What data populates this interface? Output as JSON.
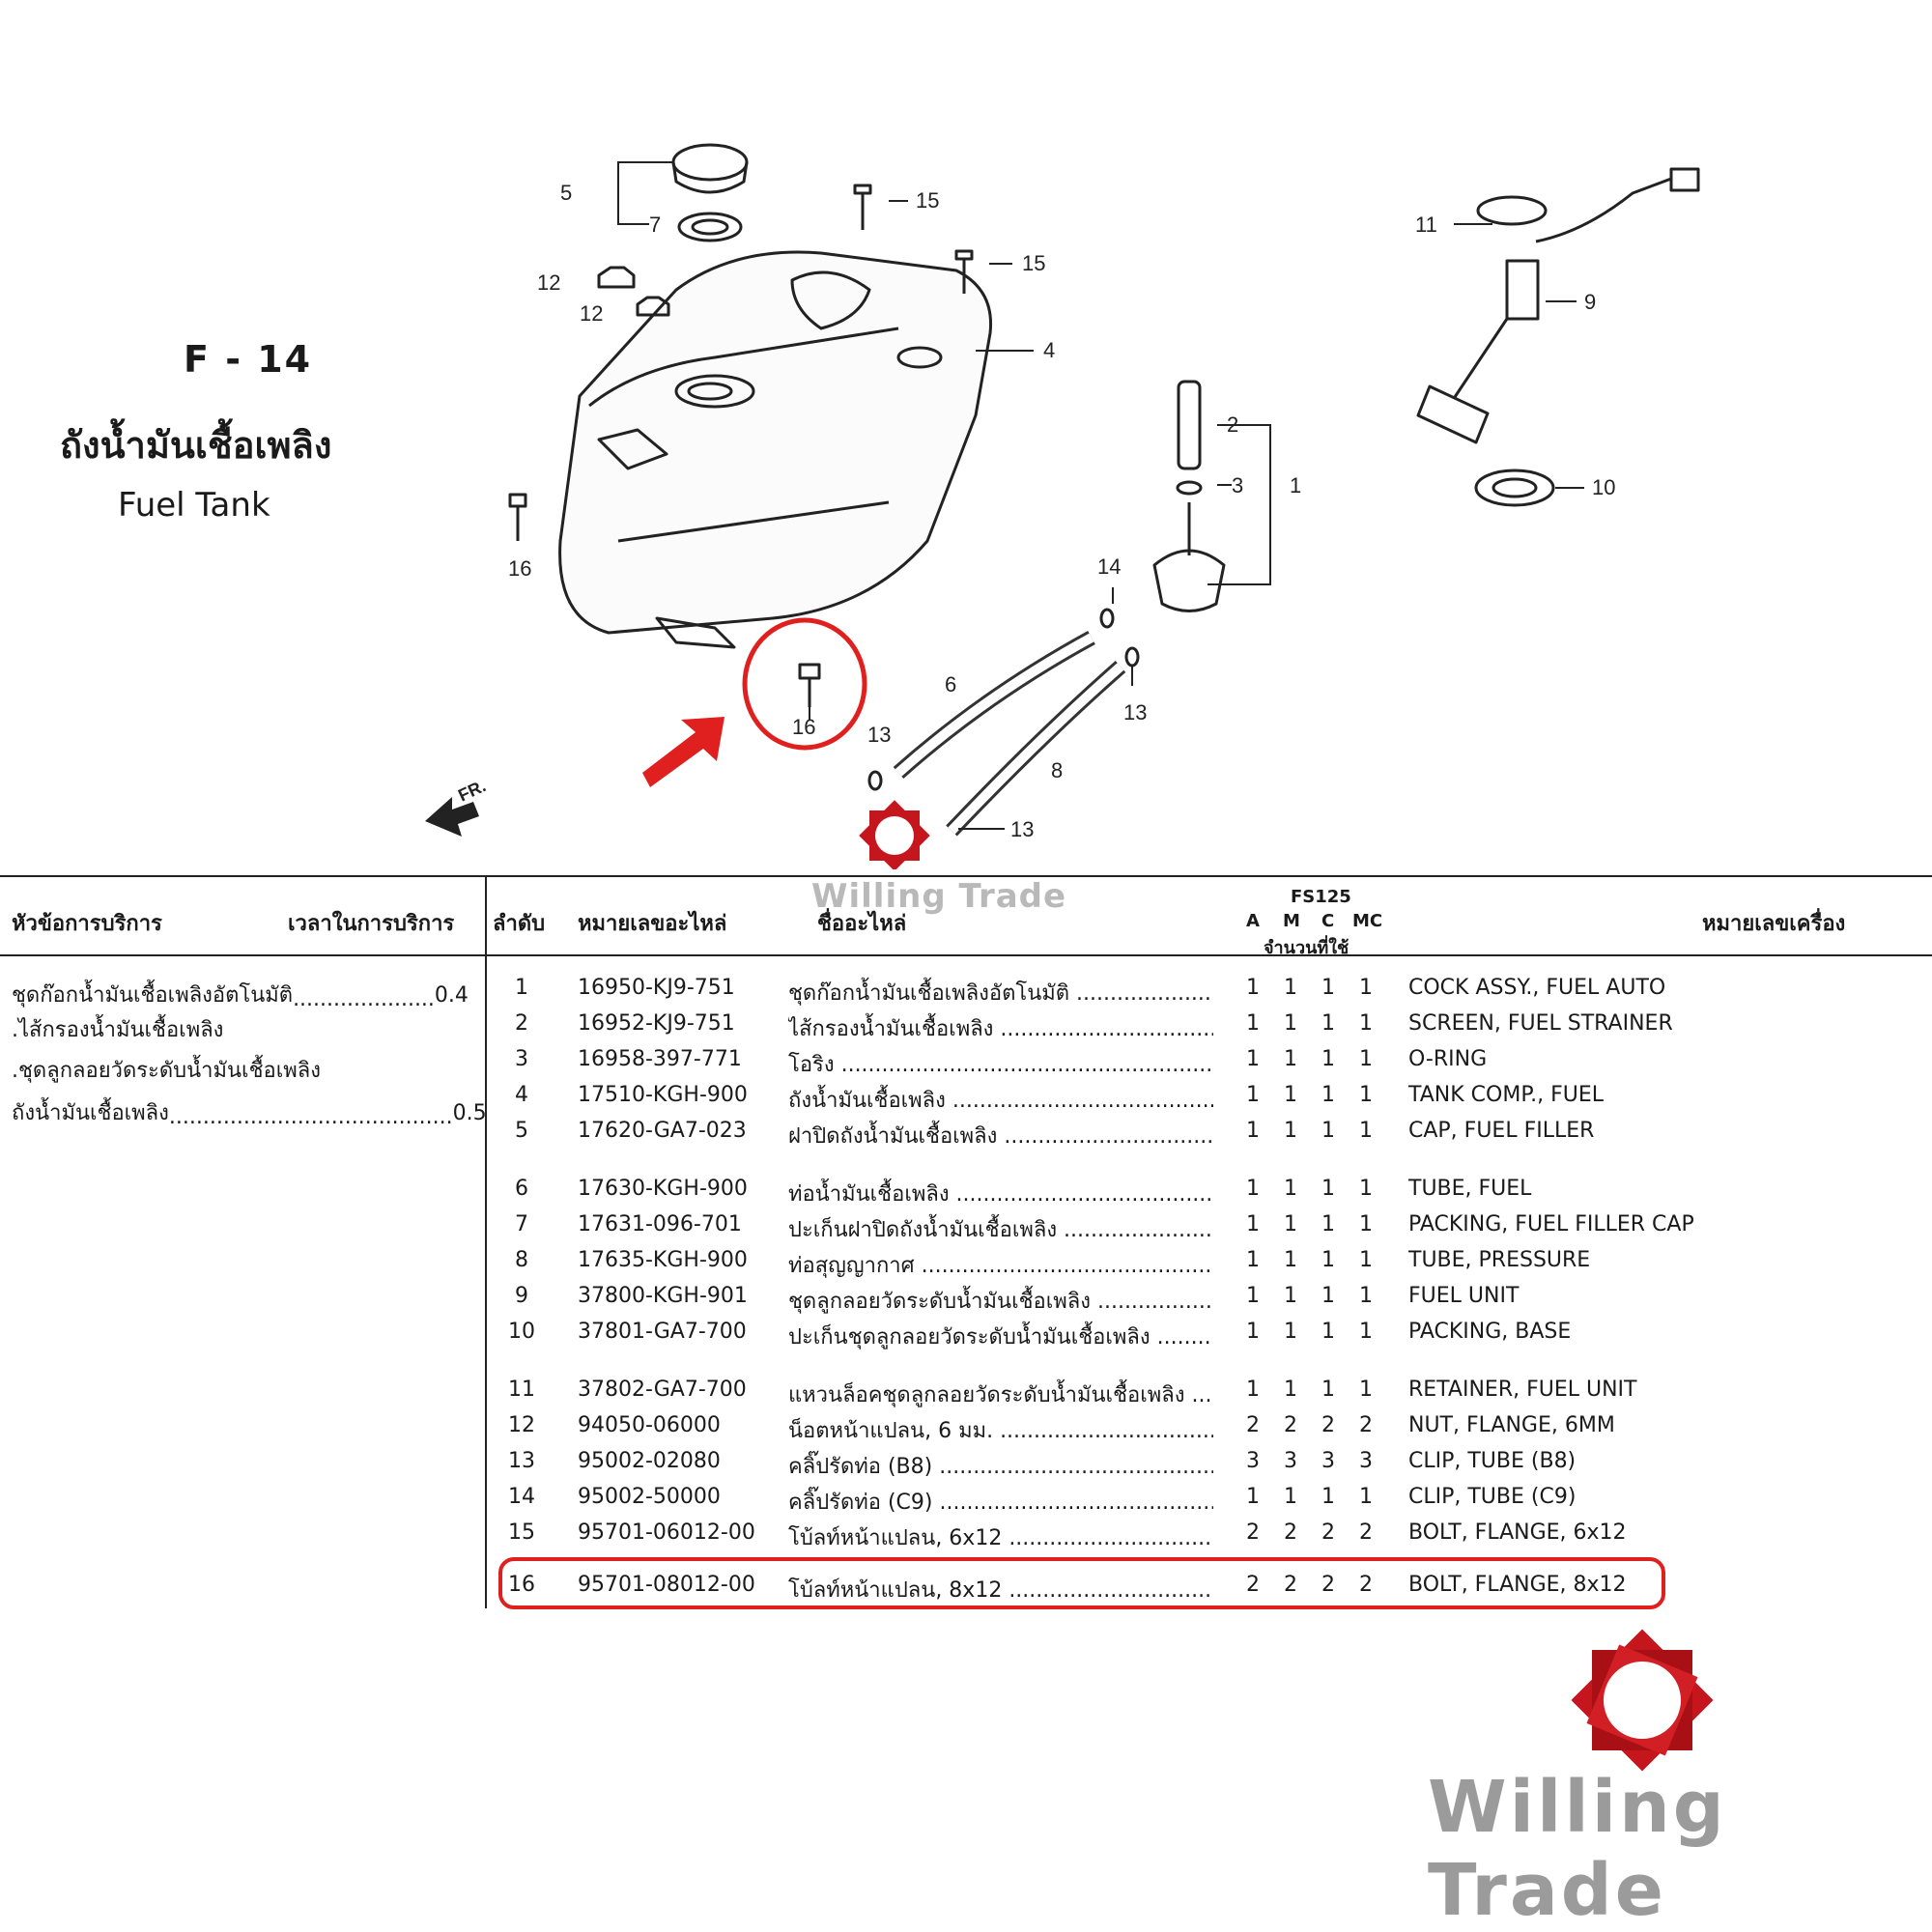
{
  "header": {
    "code": "F - 14",
    "title_th": "ถังน้ำมันเชื้อเพลิง",
    "title_en": "Fuel Tank"
  },
  "diagram": {
    "callouts": [
      "1",
      "2",
      "3",
      "4",
      "5",
      "6",
      "7",
      "8",
      "9",
      "10",
      "11",
      "12",
      "12",
      "13",
      "13",
      "13",
      "14",
      "15",
      "15",
      "16",
      "16"
    ],
    "fr_label": "FR."
  },
  "table": {
    "headers": {
      "service_topic": "หัวข้อการบริการ",
      "service_time": "เวลาในการบริการ",
      "no": "ลำดับ",
      "part_no": "หมายเลขอะไหล่",
      "part_name": "ชื่ออะไหล่",
      "model": "FS125",
      "variants": [
        "A",
        "M",
        "C",
        "MC"
      ],
      "qty_used": "จำนวนที่ใช้",
      "engine_no": "หมายเลขเครื่อง"
    },
    "service_items": [
      {
        "text": "ชุดก๊อกน้ำมันเชื้อเพลิงอัตโนมัติ",
        "time": "0.4"
      },
      {
        "text": ".ไส้กรองน้ำมันเชื้อเพลิง",
        "time": ""
      },
      {
        "text": ".ชุดลูกลอยวัดระดับน้ำมันเชื้อเพลิง",
        "time": ""
      },
      {
        "text": "ถังน้ำมันเชื้อเพลิง",
        "time": "0.5"
      }
    ],
    "rows": [
      {
        "no": "1",
        "part_no": "16950-KJ9-751",
        "name_th": "ชุดก๊อกน้ำมันเชื้อเพลิงอัตโนมัติ",
        "qty": [
          "1",
          "1",
          "1",
          "1"
        ],
        "name_en": "COCK ASSY., FUEL AUTO"
      },
      {
        "no": "2",
        "part_no": "16952-KJ9-751",
        "name_th": "ไส้กรองน้ำมันเชื้อเพลิง",
        "qty": [
          "1",
          "1",
          "1",
          "1"
        ],
        "name_en": "SCREEN, FUEL STRAINER"
      },
      {
        "no": "3",
        "part_no": "16958-397-771",
        "name_th": "โอริง",
        "qty": [
          "1",
          "1",
          "1",
          "1"
        ],
        "name_en": "O-RING"
      },
      {
        "no": "4",
        "part_no": "17510-KGH-900",
        "name_th": "ถังน้ำมันเชื้อเพลิง",
        "qty": [
          "1",
          "1",
          "1",
          "1"
        ],
        "name_en": "TANK COMP., FUEL"
      },
      {
        "no": "5",
        "part_no": "17620-GA7-023",
        "name_th": "ฝาปิดถังน้ำมันเชื้อเพลิง",
        "qty": [
          "1",
          "1",
          "1",
          "1"
        ],
        "name_en": "CAP, FUEL FILLER"
      },
      {
        "no": "6",
        "part_no": "17630-KGH-900",
        "name_th": "ท่อน้ำมันเชื้อเพลิง",
        "qty": [
          "1",
          "1",
          "1",
          "1"
        ],
        "name_en": "TUBE, FUEL"
      },
      {
        "no": "7",
        "part_no": "17631-096-701",
        "name_th": "ปะเก็นฝาปิดถังน้ำมันเชื้อเพลิง",
        "qty": [
          "1",
          "1",
          "1",
          "1"
        ],
        "name_en": "PACKING, FUEL FILLER CAP"
      },
      {
        "no": "8",
        "part_no": "17635-KGH-900",
        "name_th": "ท่อสุญญากาศ",
        "qty": [
          "1",
          "1",
          "1",
          "1"
        ],
        "name_en": "TUBE, PRESSURE"
      },
      {
        "no": "9",
        "part_no": "37800-KGH-901",
        "name_th": "ชุดลูกลอยวัดระดับน้ำมันเชื้อเพลิง",
        "qty": [
          "1",
          "1",
          "1",
          "1"
        ],
        "name_en": "FUEL UNIT"
      },
      {
        "no": "10",
        "part_no": "37801-GA7-700",
        "name_th": "ปะเก็นชุดลูกลอยวัดระดับน้ำมันเชื้อเพลิง",
        "qty": [
          "1",
          "1",
          "1",
          "1"
        ],
        "name_en": "PACKING, BASE"
      },
      {
        "no": "11",
        "part_no": "37802-GA7-700",
        "name_th": "แหวนล็อคชุดลูกลอยวัดระดับน้ำมันเชื้อเพลิง",
        "qty": [
          "1",
          "1",
          "1",
          "1"
        ],
        "name_en": "RETAINER, FUEL UNIT"
      },
      {
        "no": "12",
        "part_no": "94050-06000",
        "name_th": "น็อตหน้าแปลน, 6 มม.",
        "qty": [
          "2",
          "2",
          "2",
          "2"
        ],
        "name_en": "NUT, FLANGE, 6MM"
      },
      {
        "no": "13",
        "part_no": "95002-02080",
        "name_th": "คลิ๊ปรัดท่อ (B8)",
        "qty": [
          "3",
          "3",
          "3",
          "3"
        ],
        "name_en": "CLIP, TUBE (B8)"
      },
      {
        "no": "14",
        "part_no": "95002-50000",
        "name_th": "คลิ๊ปรัดท่อ (C9)",
        "qty": [
          "1",
          "1",
          "1",
          "1"
        ],
        "name_en": "CLIP, TUBE (C9)"
      },
      {
        "no": "15",
        "part_no": "95701-06012-00",
        "name_th": "โบ้ลท์หน้าแปลน, 6x12",
        "qty": [
          "2",
          "2",
          "2",
          "2"
        ],
        "name_en": "BOLT, FLANGE, 6x12"
      },
      {
        "no": "16",
        "part_no": "95701-08012-00",
        "name_th": "โบ้ลท์หน้าแปลน, 8x12",
        "qty": [
          "2",
          "2",
          "2",
          "2"
        ],
        "name_en": "BOLT, FLANGE, 8x12"
      }
    ]
  },
  "watermark": {
    "brand": "Willing Trade"
  },
  "colors": {
    "highlight": "#e0201e",
    "logo_red": "#c4161c",
    "watermark_gray": "#9b9b9b"
  }
}
